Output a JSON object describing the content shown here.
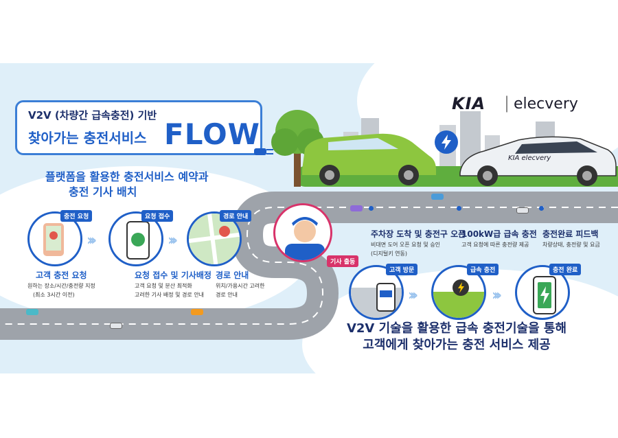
{
  "title": {
    "line1": "V2V (차량간 급속충전) 기반",
    "line2": "찾아가는 충전서비스",
    "flow": "FLOW"
  },
  "brand": {
    "kia": "KIA",
    "separator": "|",
    "elecvery": "elecvery"
  },
  "section_left": {
    "heading1": "플랫폼을 활용한 충전서비스 예약과",
    "heading2": "충전 기사 배치"
  },
  "steps_left": [
    {
      "tag": "충전 요청",
      "title": "고객 충전 요청",
      "desc1": "원하는 장소/시간/충전량 지정",
      "desc2": "(최소 3시간 이전)"
    },
    {
      "tag": "요청 접수",
      "title": "요청 접수 및 기사배정",
      "desc1": "고객 요청 및 분산 최적화",
      "desc2": "고려한 기사 배정 및 경로 안내"
    },
    {
      "tag": "경로 안내",
      "title": "경로 안내",
      "desc1": "위치/가용시간 고려한",
      "desc2": "경로 안내"
    }
  ],
  "dispatch_tag": "기사 출동",
  "steps_right_top": [
    {
      "title": "주차장 도착 및 충전구 오픈",
      "desc1": "비대면 도어 오픈 요청 및 승인",
      "desc2": "(디지털키 연동)"
    },
    {
      "title": "100kW급 급속 충전",
      "desc1": "고객 요청에 따른 충전량 제공",
      "desc2": ""
    },
    {
      "title": "충전완료 피드백",
      "desc1": "차량상태, 충전량 및 요금",
      "desc2": ""
    }
  ],
  "steps_right": [
    {
      "tag": "고객 방문"
    },
    {
      "tag": "급속 충전"
    },
    {
      "tag": "충전 완료"
    }
  ],
  "bottom": {
    "line1": "V2V 기술을 활용한 급속 충전기술을 통해",
    "line2": "고객에게 찾아가는 충전 서비스 제공"
  },
  "car_label": "KIA elecvery",
  "colors": {
    "primary": "#1f5fc7",
    "navy": "#1c2f6b",
    "pink": "#d8336a",
    "green_car": "#8dc63f",
    "road": "#9ea3aa"
  },
  "icons": [
    "phone-map-icon",
    "phone-app-icon",
    "map-pin-icon",
    "technician-icon",
    "car-door-icon",
    "charger-plug-icon",
    "battery-full-icon"
  ]
}
